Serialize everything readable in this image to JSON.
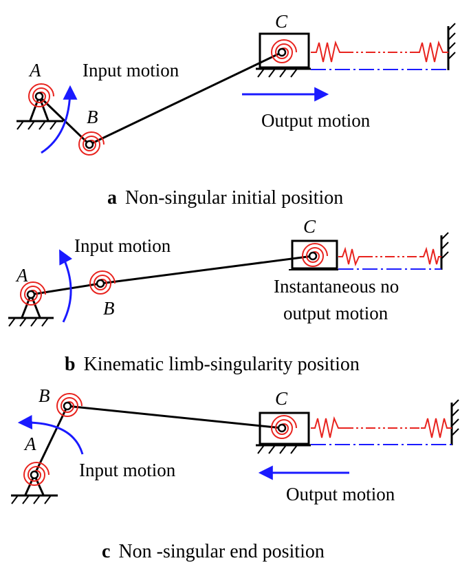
{
  "panels": [
    {
      "caption_letter": "a",
      "caption_text": "Non-singular initial position",
      "points": {
        "A": "A",
        "B": "B",
        "C": "C"
      },
      "input_label": "Input motion",
      "output_label": "Output motion"
    },
    {
      "caption_letter": "b",
      "caption_text": "Kinematic limb-singularity position",
      "points": {
        "A": "A",
        "B": "B",
        "C": "C"
      },
      "input_label": "Input motion",
      "output_label_line1": "Instantaneous no",
      "output_label_line2": "output motion"
    },
    {
      "caption_letter": "c",
      "caption_text": "Non -singular end position",
      "points": {
        "A": "A",
        "B": "B",
        "C": "C"
      },
      "input_label": "Input motion",
      "output_label": "Output motion"
    }
  ],
  "colors": {
    "link": "#000000",
    "joint_spiral": "#e8231e",
    "spring": "#e8231e",
    "guide_line": "#1a1aff",
    "motion_arrow": "#1a1aff"
  }
}
